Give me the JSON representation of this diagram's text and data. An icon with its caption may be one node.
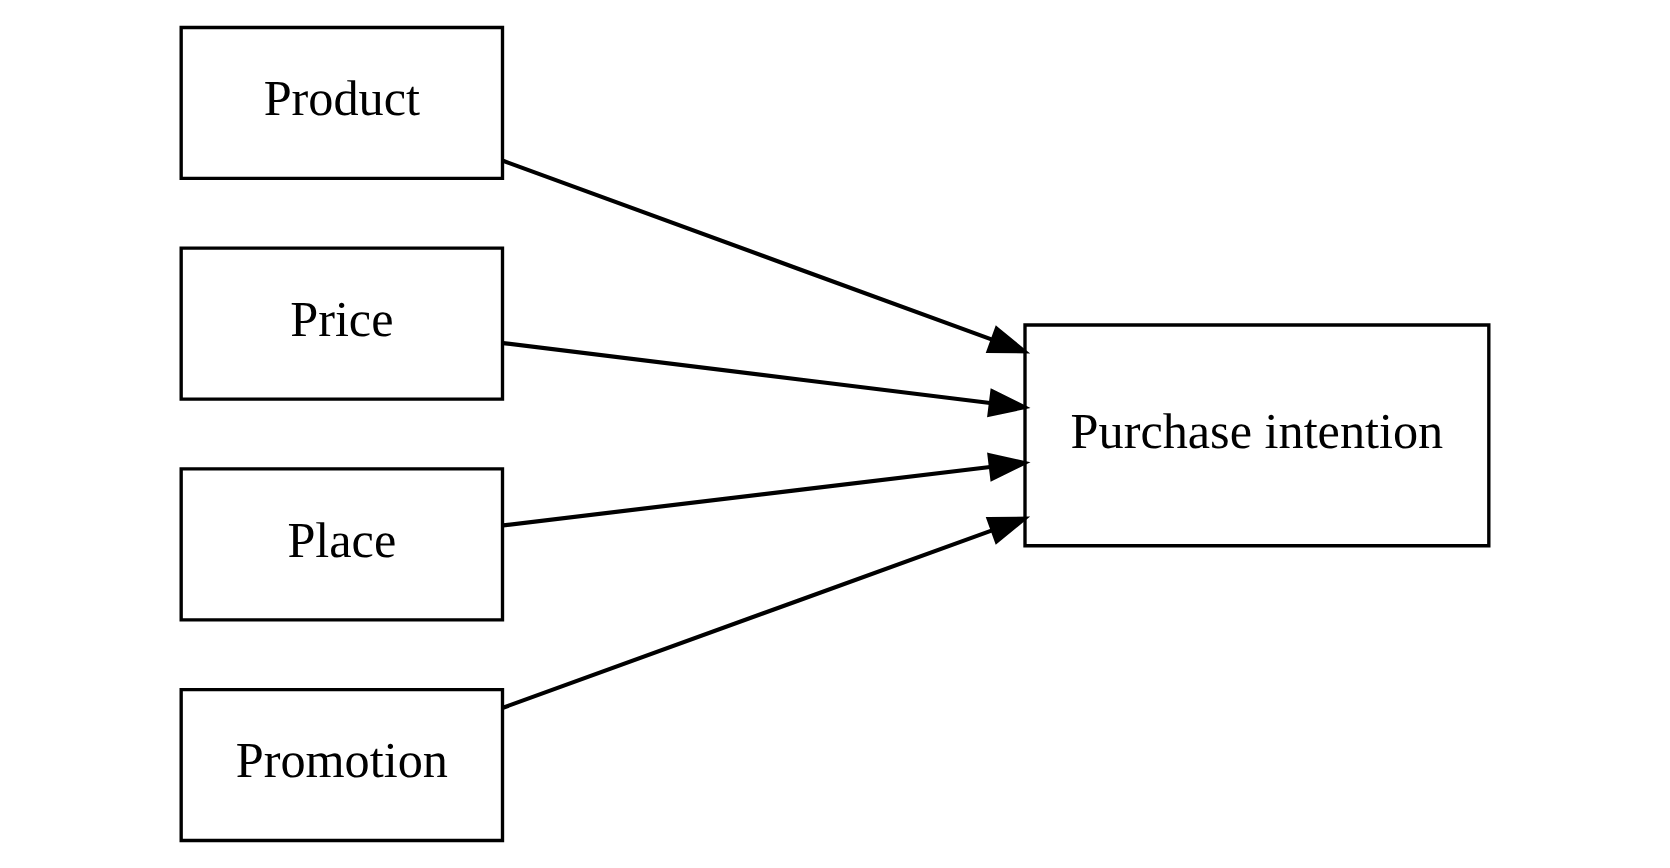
{
  "diagram": {
    "nodes": [
      {
        "text": [
          "Product"
        ]
      },
      {
        "text": [
          "Price"
        ]
      },
      {
        "text": [
          "Place"
        ]
      },
      {
        "text": [
          "Promotion"
        ]
      },
      {
        "text": [
          "Purchase intention"
        ]
      }
    ],
    "edges": [
      {
        "from": 0,
        "to": 4,
        "arrow": "to"
      },
      {
        "from": 1,
        "to": 4,
        "arrow": "to"
      },
      {
        "from": 2,
        "to": 4,
        "arrow": "to"
      },
      {
        "from": 3,
        "to": 4,
        "arrow": "to"
      }
    ]
  }
}
